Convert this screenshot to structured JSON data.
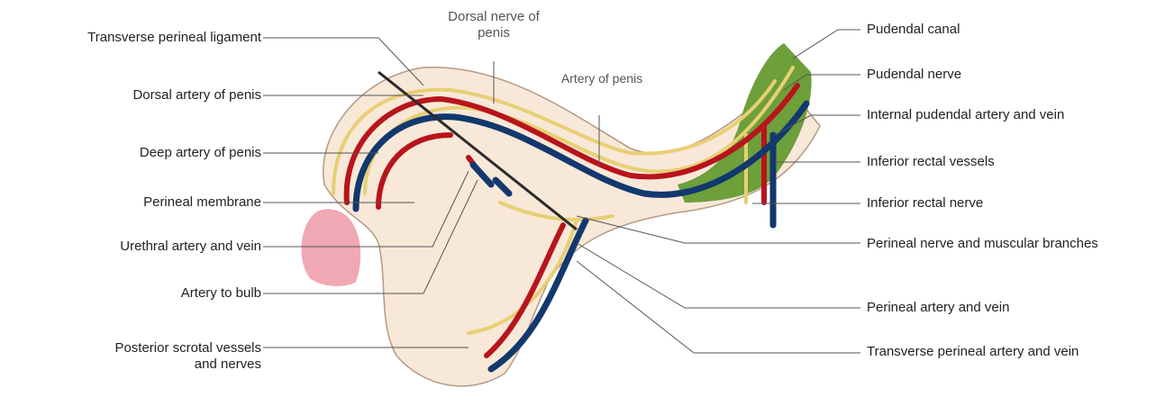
{
  "diagram": {
    "colors": {
      "artery": "#b8141c",
      "vein": "#12386e",
      "nerve": "#e8cf74",
      "canal": "#6d9f3a",
      "skin": "#f8e8d8",
      "outline": "#b49a86",
      "penis_bulb": "#f0a8b4",
      "leader": "#555555"
    },
    "labels_left": [
      "Transverse perineal ligament",
      "Dorsal artery of penis",
      "Deep artery of penis",
      "Perineal membrane",
      "Urethral artery and vein",
      "Artery to bulb",
      "Posterior scrotal vessels and nerves"
    ],
    "labels_top": [
      "Dorsal nerve of penis",
      "Artery of penis"
    ],
    "labels_right": [
      "Pudendal canal",
      "Pudendal nerve",
      "Internal pudendal artery and vein",
      "Inferior rectal vessels",
      "Inferior rectal nerve",
      "Perineal nerve and muscular branches",
      "Perineal artery and vein",
      "Transverse perineal artery and vein"
    ]
  }
}
